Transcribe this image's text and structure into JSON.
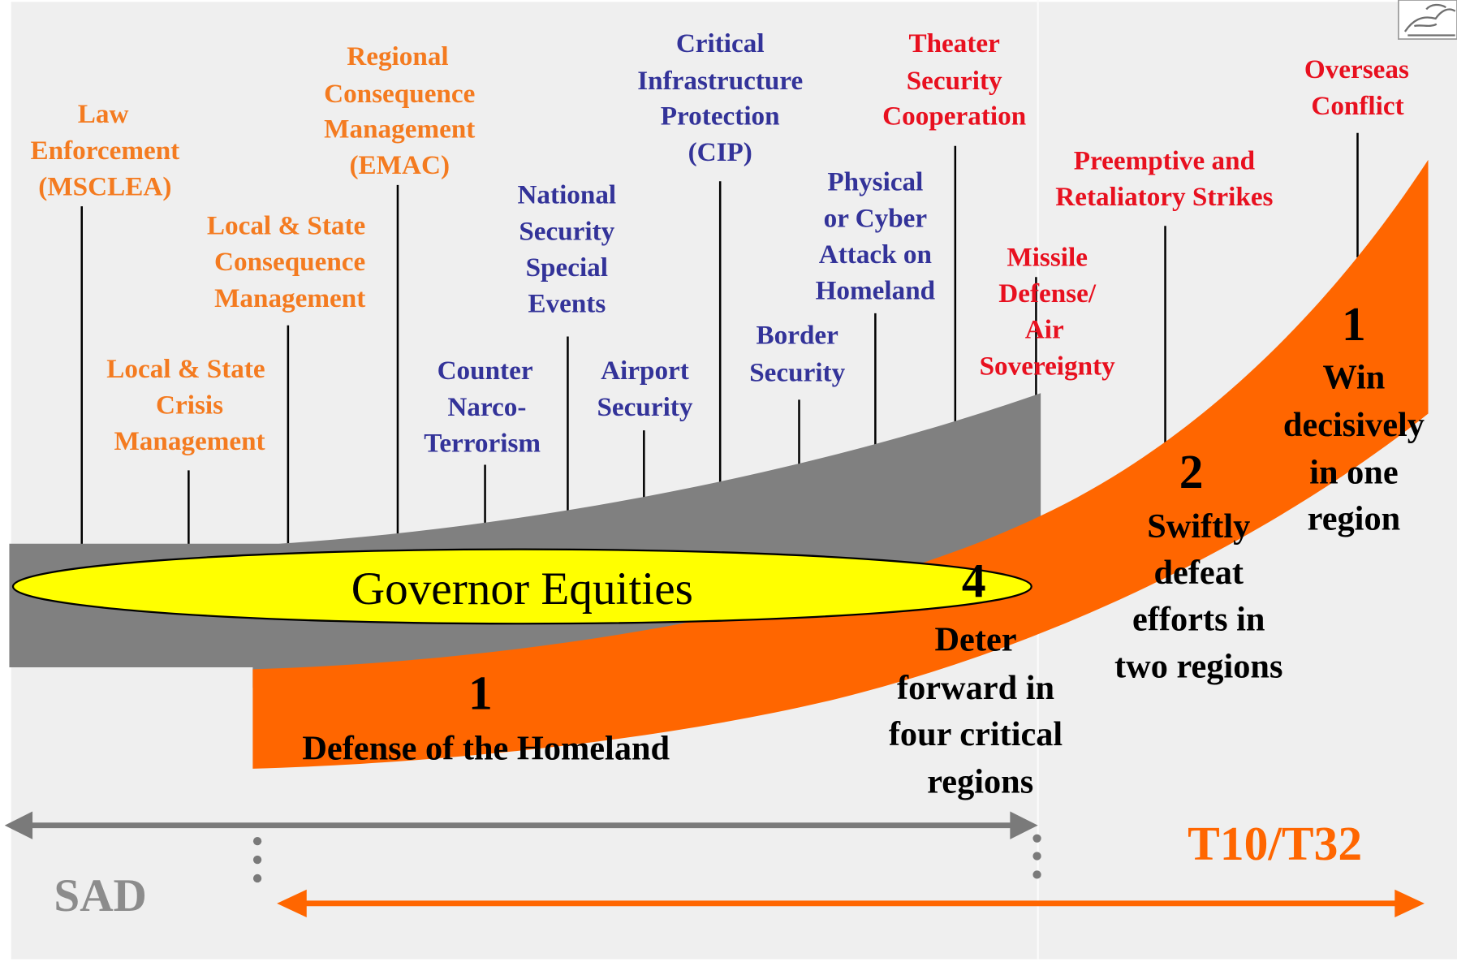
{
  "colors": {
    "background": "#efefef",
    "orange_label": "#f47b20",
    "blue_label": "#333399",
    "red_label": "#e8101f",
    "band_orange": "#ff6600",
    "gray_band": "#808080",
    "ellipse_yellow": "#ffff00",
    "arrow_gray": "#7a7a7a",
    "sad_gray": "#8c8c8c"
  },
  "missions": {
    "law_enforcement": {
      "lines": [
        "Law",
        "Enforcement",
        "(MSCLEA)"
      ]
    },
    "regional_consequence": {
      "lines": [
        "Regional",
        "Consequence",
        "Management",
        "(EMAC)"
      ]
    },
    "local_state_consequence": {
      "lines": [
        "Local & State",
        "Consequence",
        "Management"
      ]
    },
    "local_state_crisis": {
      "lines": [
        "Local & State",
        "Crisis",
        "Management"
      ]
    },
    "national_security_events": {
      "lines": [
        "National",
        "Security",
        "Special",
        "Events"
      ]
    },
    "counter_narco": {
      "lines": [
        "Counter",
        "Narco-",
        "Terrorism"
      ]
    },
    "cip": {
      "lines": [
        "Critical",
        "Infrastructure",
        "Protection",
        "(CIP)"
      ]
    },
    "airport_security": {
      "lines": [
        "Airport",
        "Security"
      ]
    },
    "cyber_attack": {
      "lines": [
        "Physical",
        "or Cyber",
        "Attack on",
        "Homeland"
      ]
    },
    "border_security": {
      "lines": [
        "Border",
        "Security"
      ]
    },
    "theater_security": {
      "lines": [
        "Theater",
        "Security",
        "Cooperation"
      ]
    },
    "missile_defense": {
      "lines": [
        "Missile",
        "Defense/",
        "Air",
        "Sovereignty"
      ]
    },
    "preemptive_strikes": {
      "lines": [
        "Preemptive and",
        "Retaliatory Strikes"
      ]
    },
    "overseas_conflict": {
      "lines": [
        "Overseas",
        "Conflict"
      ]
    }
  },
  "ellipse_label": "Governor Equities",
  "priorities": {
    "homeland": {
      "number": "1",
      "lines": [
        "Defense of the Homeland"
      ]
    },
    "deter": {
      "number": "4",
      "lines": [
        "Deter",
        "forward in",
        "four critical",
        "regions"
      ]
    },
    "swiftly": {
      "number": "2",
      "lines": [
        "Swiftly",
        "defeat",
        "efforts in",
        "two regions"
      ]
    },
    "win": {
      "number": "1",
      "lines": [
        "Win",
        "decisively",
        "in one",
        "region"
      ]
    }
  },
  "spans": {
    "sad": "SAD",
    "t10": "T10/T32"
  }
}
